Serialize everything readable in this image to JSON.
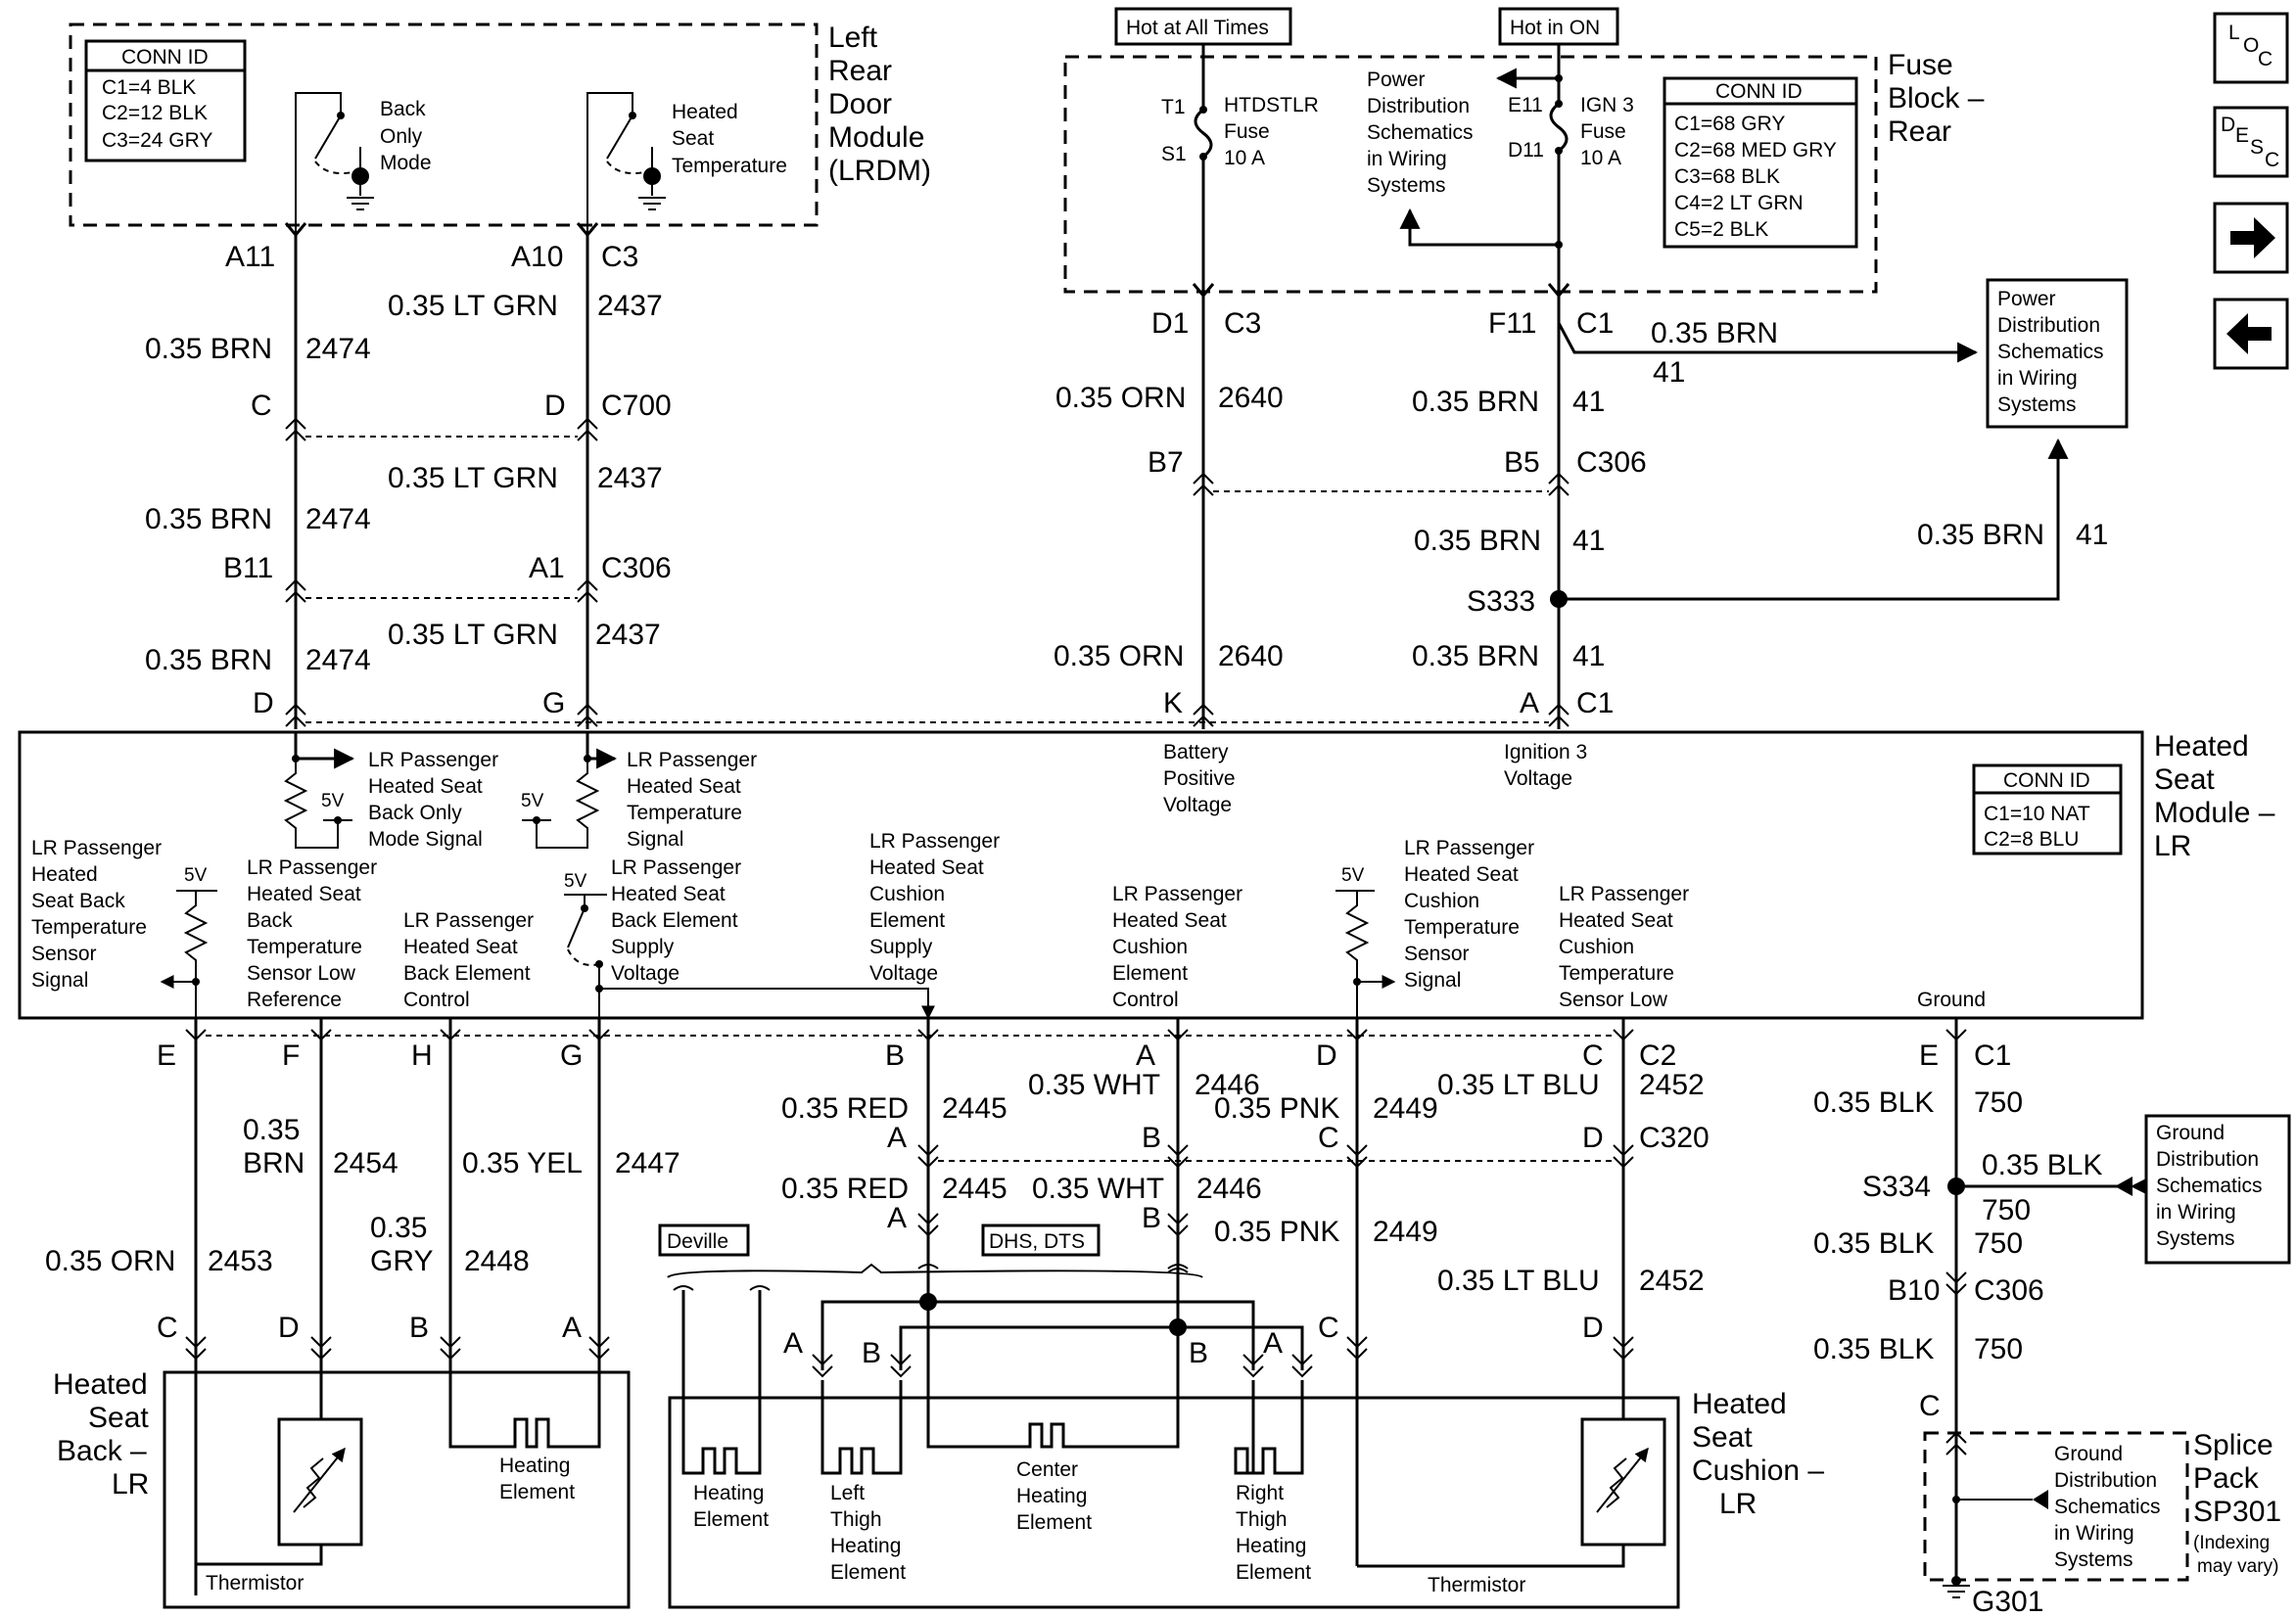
{
  "modules": {
    "lrdm": {
      "name_lines": [
        "Left",
        "Rear",
        "Door",
        "Module",
        "(LRDM)"
      ],
      "conn_title": "CONN ID",
      "conn_lines": [
        "C1=4 BLK",
        "C2=12 BLK",
        "C3=24 GRY"
      ],
      "switch1_lines": [
        "Back",
        "Only",
        "Mode"
      ],
      "switch2_lines": [
        "Heated",
        "Seat",
        "Temperature"
      ]
    },
    "fuse_block": {
      "name_lines": [
        "Fuse",
        "Block –",
        "Rear"
      ],
      "hot_always": "Hot at All Times",
      "hot_on": "Hot in ON",
      "conn_title": "CONN ID",
      "conn_lines": [
        "C1=68 GRY",
        "C2=68 MED GRY",
        "C3=68 BLK",
        "C4=2 LT GRN",
        "C5=2 BLK"
      ],
      "fuse1_lines": [
        "HTDSTLR",
        "Fuse",
        "10 A"
      ],
      "fuse2_lines": [
        "IGN 3",
        "Fuse",
        "10 A"
      ],
      "pins": [
        "T1",
        "S1",
        "E11",
        "D11"
      ],
      "pds_lines": [
        "Power",
        "Distribution",
        "Schematics",
        "in Wiring",
        "Systems"
      ]
    },
    "pds_box": {
      "lines": [
        "Power",
        "Distribution",
        "Schematics",
        "in Wiring",
        "Systems"
      ]
    },
    "hsm": {
      "name_lines": [
        "Heated",
        "Seat",
        "Module –",
        "LR"
      ],
      "conn_title": "CONN ID",
      "conn_lines": [
        "C1=10 NAT",
        "C2=8 BLU"
      ],
      "labels": {
        "back_only_signal": [
          "LR Passenger",
          "Heated Seat",
          "Back Only",
          "Mode Signal"
        ],
        "temp_signal": [
          "LR Passenger",
          "Heated Seat",
          "Temperature",
          "Signal"
        ],
        "battery": [
          "Battery",
          "Positive",
          "Voltage"
        ],
        "ignition": [
          "Ignition 3",
          "Voltage"
        ],
        "back_temp_sensor": [
          "LR Passenger",
          "Heated",
          "Seat Back",
          "Temperature",
          "Sensor",
          "Signal"
        ],
        "back_temp_low": [
          "LR Passenger",
          "Heated Seat",
          "Back",
          "Temperature",
          "Sensor Low",
          "Reference"
        ],
        "back_elem_control": [
          "LR Passenger",
          "Heated Seat",
          "Back Element",
          "Control"
        ],
        "back_elem_supply": [
          "LR Passenger",
          "Heated Seat",
          "Back Element",
          "Supply",
          "Voltage"
        ],
        "cushion_supply": [
          "LR Passenger",
          "Heated Seat",
          "Cushion",
          "Element",
          "Supply",
          "Voltage"
        ],
        "cushion_control": [
          "LR Passenger",
          "Heated Seat",
          "Cushion",
          "Element",
          "Control"
        ],
        "cushion_temp_sensor": [
          "LR Passenger",
          "Heated Seat",
          "Cushion",
          "Temperature",
          "Sensor",
          "Signal"
        ],
        "cushion_temp_low": [
          "LR Passenger",
          "Heated Seat",
          "Cushion",
          "Temperature",
          "Sensor Low"
        ],
        "ground": "Ground",
        "five_v": "5V"
      }
    },
    "seat_back": {
      "name_lines": [
        "Heated",
        "Seat",
        "Back –",
        "LR"
      ],
      "thermistor": "Thermistor",
      "heating_lines": [
        "Heating",
        "Element"
      ]
    },
    "seat_cushion": {
      "name_lines": [
        "Heated",
        "Seat",
        "Cushion –",
        "LR"
      ],
      "thermistor": "Thermistor",
      "heating_lines": [
        "Heating",
        "Element"
      ],
      "left_lines": [
        "Left",
        "Thigh",
        "Heating",
        "Element"
      ],
      "center_lines": [
        "Center",
        "Heating",
        "Element"
      ],
      "right_lines": [
        "Right",
        "Thigh",
        "Heating",
        "Element"
      ],
      "deville": "Deville",
      "dhs": "DHS, DTS"
    },
    "ground_box": {
      "lines": [
        "Ground",
        "Distribution",
        "Schematics",
        "in Wiring",
        "Systems"
      ]
    },
    "splice": {
      "name_lines": [
        "Splice",
        "Pack",
        "SP301"
      ],
      "note_lines": [
        "(Indexing",
        "may vary)"
      ],
      "inner_lines": [
        "Ground",
        "Distribution",
        "Schematics",
        "in Wiring",
        "Systems"
      ],
      "ground": "G301"
    }
  },
  "wires": {
    "w2474": {
      "size": "0.35 BRN",
      "num": "2474"
    },
    "w2437": {
      "size": "0.35 LT GRN",
      "num": "2437"
    },
    "w2640": {
      "size": "0.35 ORN",
      "num": "2640"
    },
    "w41": {
      "size": "0.35 BRN",
      "num": "41"
    },
    "w2453": {
      "size": "0.35 ORN",
      "num": "2453"
    },
    "w2454": {
      "size_lines": [
        "0.35",
        "BRN"
      ],
      "num": "2454"
    },
    "w2448": {
      "size_lines": [
        "0.35",
        "GRY"
      ],
      "num": "2448"
    },
    "w2447": {
      "size": "0.35 YEL",
      "num": "2447"
    },
    "w2445": {
      "size": "0.35 RED",
      "num": "2445"
    },
    "w2446": {
      "size": "0.35 WHT",
      "num": "2446"
    },
    "w2449": {
      "size": "0.35 PNK",
      "num": "2449"
    },
    "w2452": {
      "size": "0.35 LT BLU",
      "num": "2452"
    },
    "w750": {
      "size": "0.35 BLK",
      "num": "750"
    }
  },
  "connectors": {
    "a11": "A11",
    "a10": "A10",
    "c3": "C3",
    "c": "C",
    "d": "D",
    "c700": "C700",
    "b11": "B11",
    "a1": "A1",
    "c306": "C306",
    "g": "G",
    "k": "K",
    "a": "A",
    "c1": "C1",
    "d1": "D1",
    "f11": "F11",
    "b7": "B7",
    "b5": "B5",
    "s333": "S333",
    "e": "E",
    "f": "F",
    "h": "H",
    "b": "B",
    "c2": "C2",
    "c320": "C320",
    "s334": "S334",
    "b10": "B10"
  },
  "nav": {
    "loc_letters": [
      "L",
      "O",
      "C"
    ],
    "desc_letters": [
      "D",
      "E",
      "S",
      "C"
    ],
    "next": "➡",
    "prev": "⬅"
  }
}
